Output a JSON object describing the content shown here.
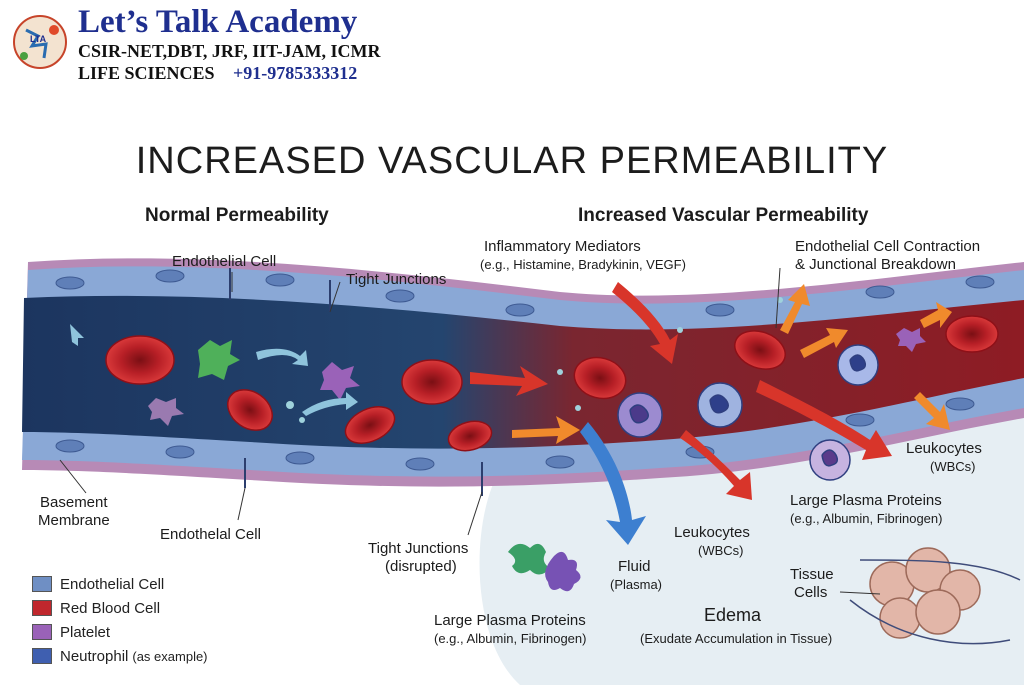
{
  "header": {
    "brand_title": "Let’s Talk Academy",
    "brand_exams": "CSIR-NET,DBT, JRF, IIT-JAM, ICMR",
    "brand_subject": "LIFE SCIENCES",
    "brand_phone": "+91-9785333312",
    "logo_text": "LTA"
  },
  "title": "INCREASED VASCULAR PERMEABILITY",
  "sections": {
    "normal": "Normal Permeability",
    "increased": "Increased Vascular Permeability"
  },
  "labels": {
    "endothelial_cell_top": "Endothelial Cell",
    "tight_junctions_top": "Tight Junctions",
    "basement_membrane_1": "Basement",
    "basement_membrane_2": "Membrane",
    "endothelial_cell_bottom": "Endothelal Cell",
    "tight_junctions_disrupted_1": "Tight Junctions",
    "tight_junctions_disrupted_2": "(disrupted)",
    "mediators_1": "Inflammatory Mediators",
    "mediators_2": "(e.g., Histamine, Bradykinin, VEGF)",
    "contraction_1": "Endothelial Cell Contraction",
    "contraction_2": "& Junctional Breakdown",
    "leukocytes_right_1": "Leukocytes",
    "leukocytes_right_2": "(WBCs)",
    "proteins_right_1": "Large Plasma Proteins",
    "proteins_right_2": "(e.g., Albumin, Fibrinogen)",
    "leukocytes_mid_1": "Leukocytes",
    "leukocytes_mid_2": "(WBCs)",
    "fluid_1": "Fluid",
    "fluid_2": "(Plasma)",
    "tissue_1": "Tissue",
    "tissue_2": "Cells",
    "proteins_bottom_1": "Large Plasma Proteins",
    "proteins_bottom_2": "(e.g., Albumin, Fibrinogen)",
    "edema_1": "Edema",
    "edema_2": "(Exudate Accumulation in Tissue)"
  },
  "legend": [
    {
      "label": "Endothelial Cell",
      "note": "",
      "color": "#6f8fc4"
    },
    {
      "label": "Red Blood Cell",
      "note": "",
      "color": "#c0272d"
    },
    {
      "label": "Platelet",
      "note": "",
      "color": "#9a62b8"
    },
    {
      "label": "Neutrophil",
      "note": "(as example)",
      "color": "#3f5fb0"
    }
  ],
  "colors": {
    "vessel_normal": "#1e3a6b",
    "vessel_inflamed": "#8a1c24",
    "endothelium": "#7e9fd0",
    "rbc": "#c0272d",
    "arrow_red": "#d8352a",
    "arrow_orange": "#f08a2c",
    "arrow_blue": "#3d7fd0",
    "edema_fluid": "#e9f0f4",
    "basement": "#b48ab4"
  }
}
